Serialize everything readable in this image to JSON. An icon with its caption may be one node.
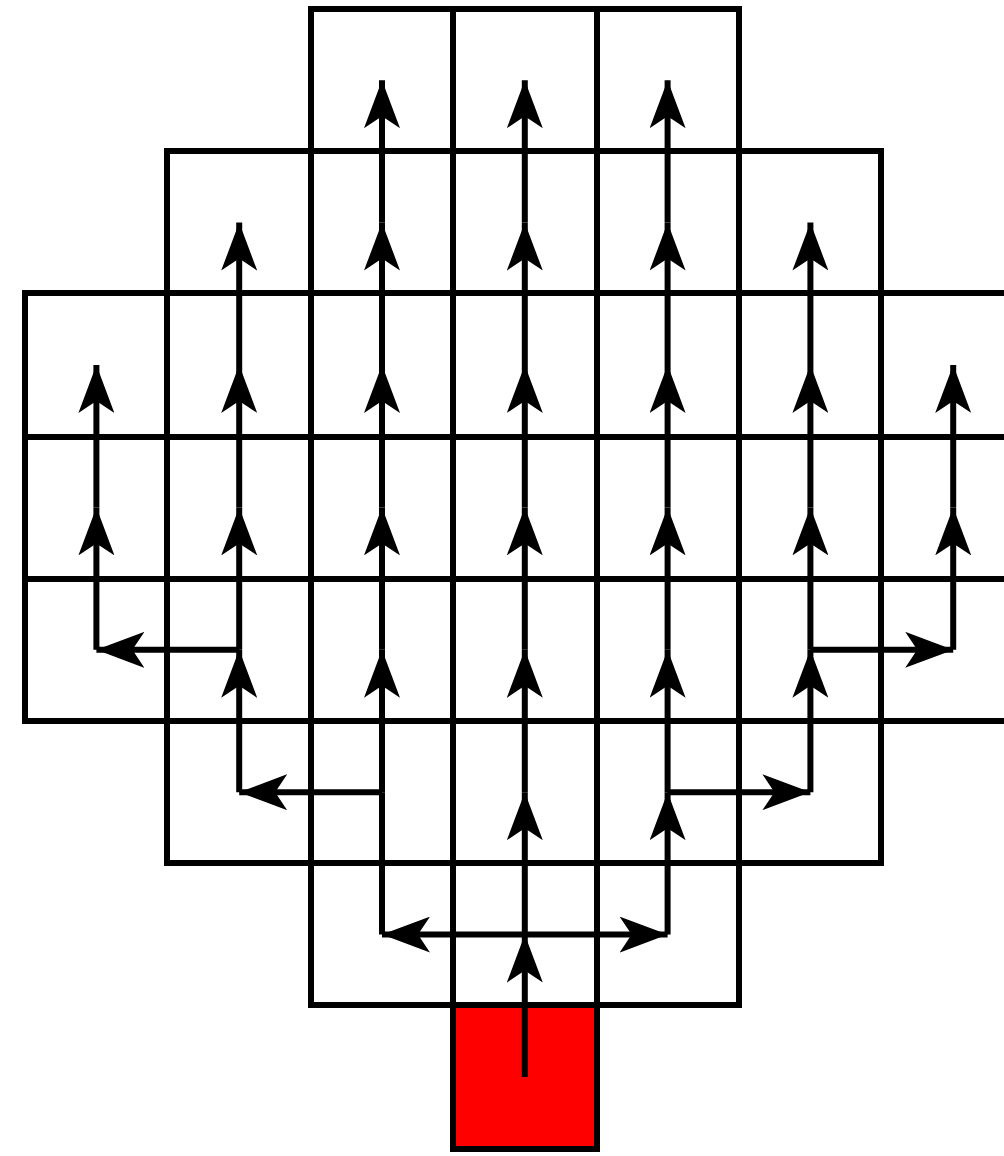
{
  "diagram": {
    "nodes": [
      {
        "text": [],
        "shape": "box"
      },
      {
        "text": [],
        "shape": "box"
      },
      {
        "text": [],
        "shape": "box"
      },
      {
        "text": [],
        "shape": "box"
      },
      {
        "text": [],
        "shape": "box"
      },
      {
        "text": [],
        "shape": "box"
      },
      {
        "text": [],
        "shape": "box"
      },
      {
        "text": [],
        "shape": "box"
      },
      {
        "text": [],
        "shape": "box"
      },
      {
        "text": [],
        "shape": "box"
      },
      {
        "text": [],
        "shape": "box"
      },
      {
        "text": [],
        "shape": "box"
      },
      {
        "text": [],
        "shape": "box"
      },
      {
        "text": [],
        "shape": "box"
      },
      {
        "text": [],
        "shape": "box"
      },
      {
        "text": [],
        "shape": "box"
      },
      {
        "text": [],
        "shape": "box"
      },
      {
        "text": [],
        "shape": "box"
      },
      {
        "text": [],
        "shape": "box"
      },
      {
        "text": [],
        "shape": "box"
      },
      {
        "text": [],
        "shape": "box"
      },
      {
        "text": [],
        "shape": "box"
      },
      {
        "text": [],
        "shape": "box"
      },
      {
        "text": [],
        "shape": "box"
      },
      {
        "text": [],
        "shape": "box"
      },
      {
        "text": [],
        "shape": "box"
      },
      {
        "text": [],
        "shape": "box"
      },
      {
        "text": [],
        "shape": "box"
      },
      {
        "text": [],
        "shape": "box"
      },
      {
        "text": [],
        "shape": "box"
      },
      {
        "text": [],
        "shape": "box"
      },
      {
        "text": [],
        "shape": "box"
      },
      {
        "text": [],
        "shape": "box"
      },
      {
        "text": [],
        "shape": "box"
      },
      {
        "text": [],
        "shape": "box"
      },
      {
        "text": [],
        "shape": "box"
      },
      {
        "text": [],
        "shape": "box"
      },
      {
        "text": [],
        "shape": "box"
      }
    ],
    "edges": [
      {
        "from": 37,
        "to": 35,
        "arrow": "to"
      },
      {
        "from": 35,
        "to": 34,
        "arrow": "to"
      },
      {
        "from": 35,
        "to": 36,
        "arrow": "to"
      },
      {
        "from": 35,
        "to": 31,
        "arrow": "to"
      },
      {
        "from": 34,
        "to": 30,
        "arrow": "none"
      },
      {
        "from": 30,
        "to": 29,
        "arrow": "to"
      },
      {
        "from": 30,
        "to": 24,
        "arrow": "to"
      },
      {
        "from": 31,
        "to": 25,
        "arrow": "to"
      },
      {
        "from": 25,
        "to": 18,
        "arrow": "to"
      },
      {
        "from": 18,
        "to": 11,
        "arrow": "to"
      },
      {
        "from": 11,
        "to": 5,
        "arrow": "to"
      },
      {
        "from": 5,
        "to": 1,
        "arrow": "to"
      },
      {
        "from": 36,
        "to": 32,
        "arrow": "to"
      },
      {
        "from": 32,
        "to": 33,
        "arrow": "to"
      },
      {
        "from": 32,
        "to": 26,
        "arrow": "to"
      },
      {
        "from": 26,
        "to": 19,
        "arrow": "to"
      },
      {
        "from": 19,
        "to": 12,
        "arrow": "to"
      },
      {
        "from": 12,
        "to": 6,
        "arrow": "to"
      },
      {
        "from": 6,
        "to": 2,
        "arrow": "to"
      },
      {
        "from": 24,
        "to": 17,
        "arrow": "to"
      },
      {
        "from": 17,
        "to": 10,
        "arrow": "to"
      },
      {
        "from": 10,
        "to": 4,
        "arrow": "to"
      },
      {
        "from": 4,
        "to": 0,
        "arrow": "to"
      },
      {
        "from": 29,
        "to": 23,
        "arrow": "to"
      },
      {
        "from": 23,
        "to": 22,
        "arrow": "to"
      },
      {
        "from": 23,
        "to": 16,
        "arrow": "to"
      },
      {
        "from": 16,
        "to": 9,
        "arrow": "to"
      },
      {
        "from": 9,
        "to": 3,
        "arrow": "to"
      },
      {
        "from": 22,
        "to": 15,
        "arrow": "to"
      },
      {
        "from": 15,
        "to": 8,
        "arrow": "to"
      },
      {
        "from": 33,
        "to": 27,
        "arrow": "to"
      },
      {
        "from": 27,
        "to": 28,
        "arrow": "to"
      },
      {
        "from": 27,
        "to": 20,
        "arrow": "to"
      },
      {
        "from": 20,
        "to": 13,
        "arrow": "to"
      },
      {
        "from": 13,
        "to": 7,
        "arrow": "to"
      },
      {
        "from": 28,
        "to": 21,
        "arrow": "to"
      },
      {
        "from": 21,
        "to": 14,
        "arrow": "to"
      }
    ]
  }
}
